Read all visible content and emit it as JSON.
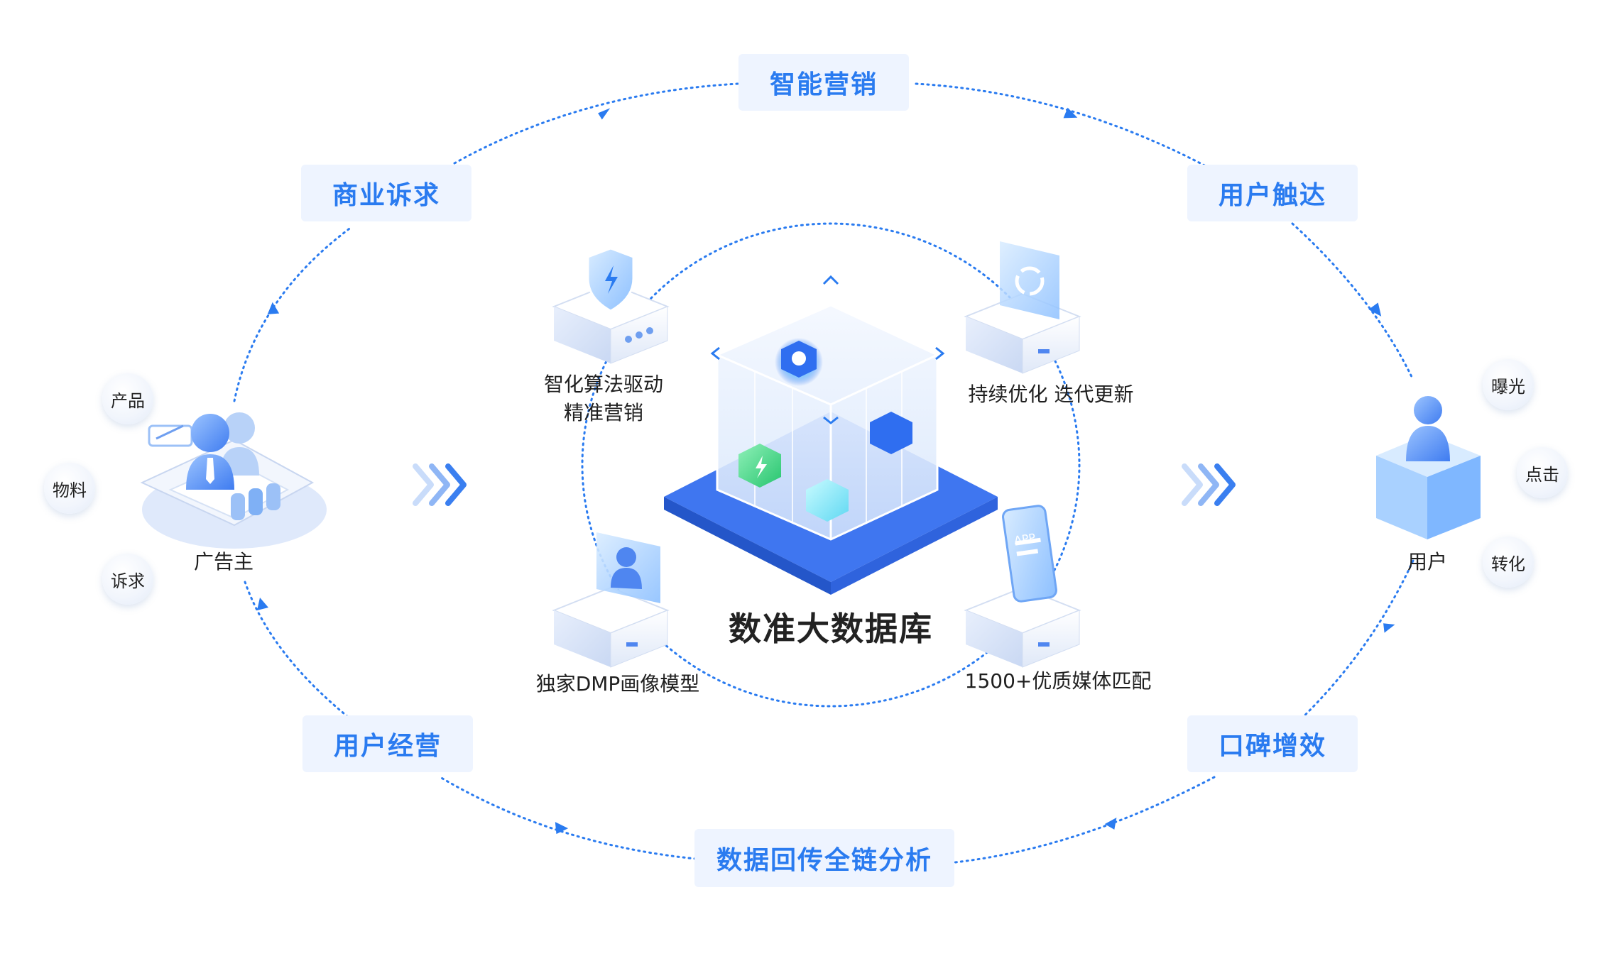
{
  "diagram": {
    "outer_cycle": [
      {
        "id": "smart_marketing",
        "label": "智能营销"
      },
      {
        "id": "user_reach",
        "label": "用户触达"
      },
      {
        "id": "word_of_mouth",
        "label": "口碑增效"
      },
      {
        "id": "data_backflow",
        "label": "数据回传全链分析"
      },
      {
        "id": "user_operation",
        "label": "用户经营"
      },
      {
        "id": "business_demand",
        "label": "商业诉求"
      }
    ],
    "advertiser": {
      "label": "广告主",
      "bubbles": [
        "产品",
        "物料",
        "诉求"
      ]
    },
    "user": {
      "label": "用户",
      "bubbles": [
        "曝光",
        "点击",
        "转化"
      ]
    },
    "center": {
      "title": "数准大数据库",
      "modules": {
        "algorithm": {
          "line1": "智化算法驱动",
          "line2": "精准营销"
        },
        "iteration": {
          "line1": "持续优化 迭代更新"
        },
        "dmp": {
          "line1": "独家DMP画像模型"
        },
        "media": {
          "line1": "1500+优质媒体匹配"
        }
      },
      "app_text": "APP"
    },
    "colors": {
      "accent": "#2a7bf0",
      "pill_bg": "#eef4ff",
      "cube_base": "#3f76f0",
      "text": "#1f1f1f"
    }
  }
}
